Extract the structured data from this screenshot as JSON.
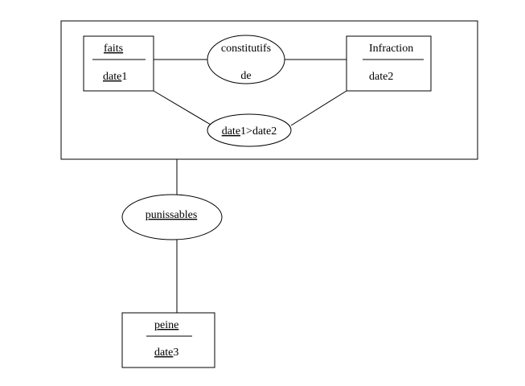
{
  "entities": {
    "faits": {
      "name": "faits",
      "attribute_underlined": "date",
      "attribute_suffix": "1"
    },
    "infraction": {
      "name": "Infraction",
      "attribute": "date2"
    },
    "peine": {
      "name": "peine",
      "attribute_underlined": "date",
      "attribute_suffix": "3"
    }
  },
  "relations": {
    "constitutifs": {
      "line1": "constitutifs",
      "line2": "de"
    },
    "condition": {
      "underlined": "date",
      "rest": "1>date2"
    },
    "punissables": {
      "label": "punissables"
    }
  },
  "colors": {
    "stroke": "#000000",
    "underline": "#2a6fc9"
  }
}
